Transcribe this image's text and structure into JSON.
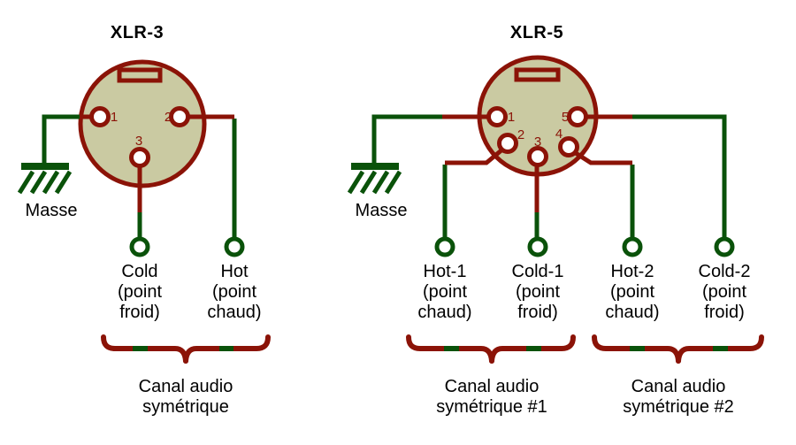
{
  "colors": {
    "wire_red": "#8B1307",
    "wire_green": "#0A520A",
    "connector_fill": "#CACAA2",
    "background": "#FFFFFF",
    "text": "#000000"
  },
  "xlr3": {
    "title": "XLR-3",
    "ground_label": "Masse",
    "pins": [
      {
        "label": "1"
      },
      {
        "label": "2"
      },
      {
        "label": "3"
      }
    ],
    "terminals": [
      {
        "lines": [
          "Cold",
          "(point",
          "froid)"
        ]
      },
      {
        "lines": [
          "Hot",
          "(point",
          "chaud)"
        ]
      }
    ],
    "brace": {
      "lines": [
        "Canal audio",
        "symétrique"
      ]
    }
  },
  "xlr5": {
    "title": "XLR-5",
    "ground_label": "Masse",
    "pins": [
      {
        "label": "1"
      },
      {
        "label": "2"
      },
      {
        "label": "3"
      },
      {
        "label": "4"
      },
      {
        "label": "5"
      }
    ],
    "terminals": [
      {
        "lines": [
          "Hot-1",
          "(point",
          "chaud)"
        ]
      },
      {
        "lines": [
          "Cold-1",
          "(point",
          "froid)"
        ]
      },
      {
        "lines": [
          "Hot-2",
          "(point",
          "chaud)"
        ]
      },
      {
        "lines": [
          "Cold-2",
          "(point",
          "froid)"
        ]
      }
    ],
    "braces": [
      {
        "lines": [
          "Canal audio",
          "symétrique #1"
        ]
      },
      {
        "lines": [
          "Canal audio",
          "symétrique #2"
        ]
      }
    ]
  }
}
